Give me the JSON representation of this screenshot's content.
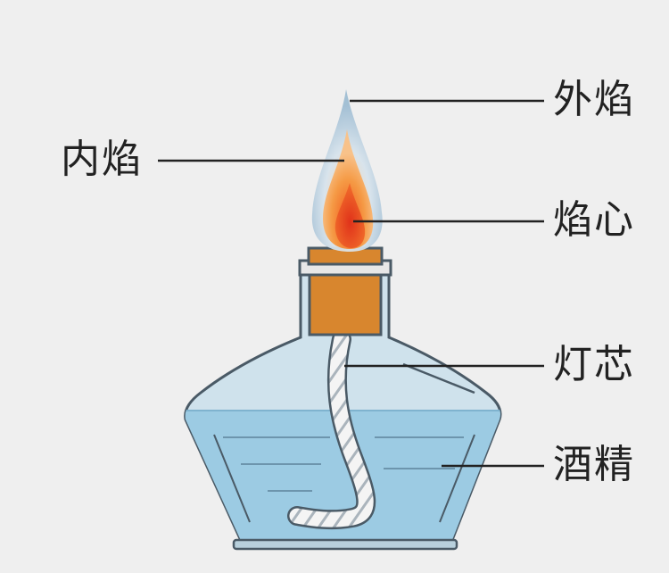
{
  "labels": {
    "outer_flame": "外焰",
    "inner_flame": "内焰",
    "flame_core": "焰心",
    "wick": "灯芯",
    "alcohol": "酒精"
  },
  "colors": {
    "background": "#efefef",
    "glass": "#c5dde8",
    "alcohol": "#9ccbe3",
    "cap": "#d8862e",
    "flame_outer": "#b9cfe0",
    "flame_inner": "#f08a3a",
    "flame_core": "#e8401a",
    "wick": "#f4f4f4"
  }
}
